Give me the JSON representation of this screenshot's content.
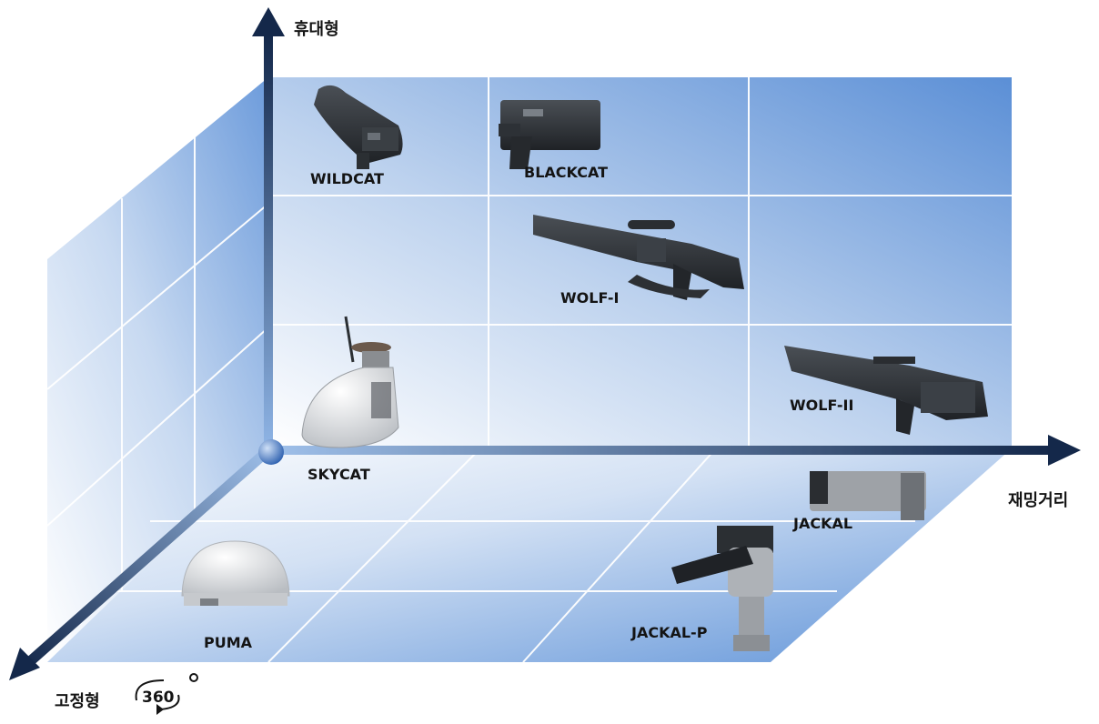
{
  "axes": {
    "vertical": "휴대형",
    "horizontal": "재밍거리",
    "depth": "고정형",
    "depth_icon": "rotate-360-icon",
    "depth_icon_text": "360°"
  },
  "products": {
    "wildcat": "WILDCAT",
    "blackcat": "BLACKCAT",
    "wolf1": "WOLF-I",
    "wolf2": "WOLF-II",
    "skycat": "SKYCAT",
    "jackal": "JACKAL",
    "jackal_p": "JACKAL-P",
    "puma": "PUMA"
  },
  "colors": {
    "axis_dark": "#1b3358",
    "axis_light": "#7aa5dc",
    "plane_blue": "#5b8fd6"
  }
}
